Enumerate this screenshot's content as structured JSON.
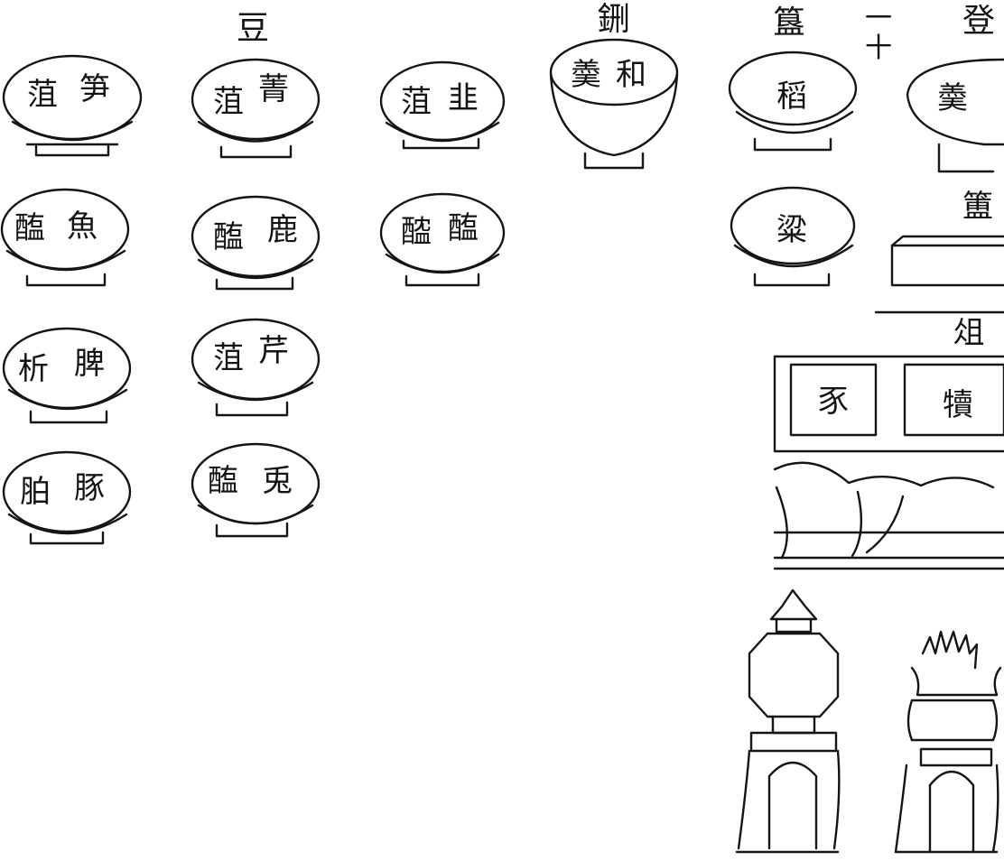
{
  "columns": [
    {
      "id": "dou",
      "label": "豆"
    },
    {
      "id": "xing",
      "label": "鉶"
    },
    {
      "id": "gui",
      "label": "簋"
    },
    {
      "id": "deng",
      "label": "登"
    }
  ],
  "page_marker": "一十",
  "vessels": {
    "d1": [
      "菹",
      "笋"
    ],
    "d2": [
      "菹",
      "菁"
    ],
    "d3": [
      "菹",
      "韭"
    ],
    "d4": [
      "醢",
      "魚"
    ],
    "d5": [
      "醢",
      "鹿"
    ],
    "d6": [
      "醓",
      "醢"
    ],
    "d7": [
      "析",
      "脾"
    ],
    "d8": [
      "菹",
      "芹"
    ],
    "d9": [
      "胉",
      "豚"
    ],
    "d10": [
      "醢",
      "兎"
    ],
    "x1": "羮和",
    "g1": "稻",
    "g2": "粱",
    "deng1": "羮"
  },
  "fu_label": "簠",
  "zu": {
    "label": "俎",
    "left_panel": "豕",
    "right_panel": "犢"
  },
  "colors": {
    "ink": "#141414",
    "paper": "#ffffff"
  }
}
